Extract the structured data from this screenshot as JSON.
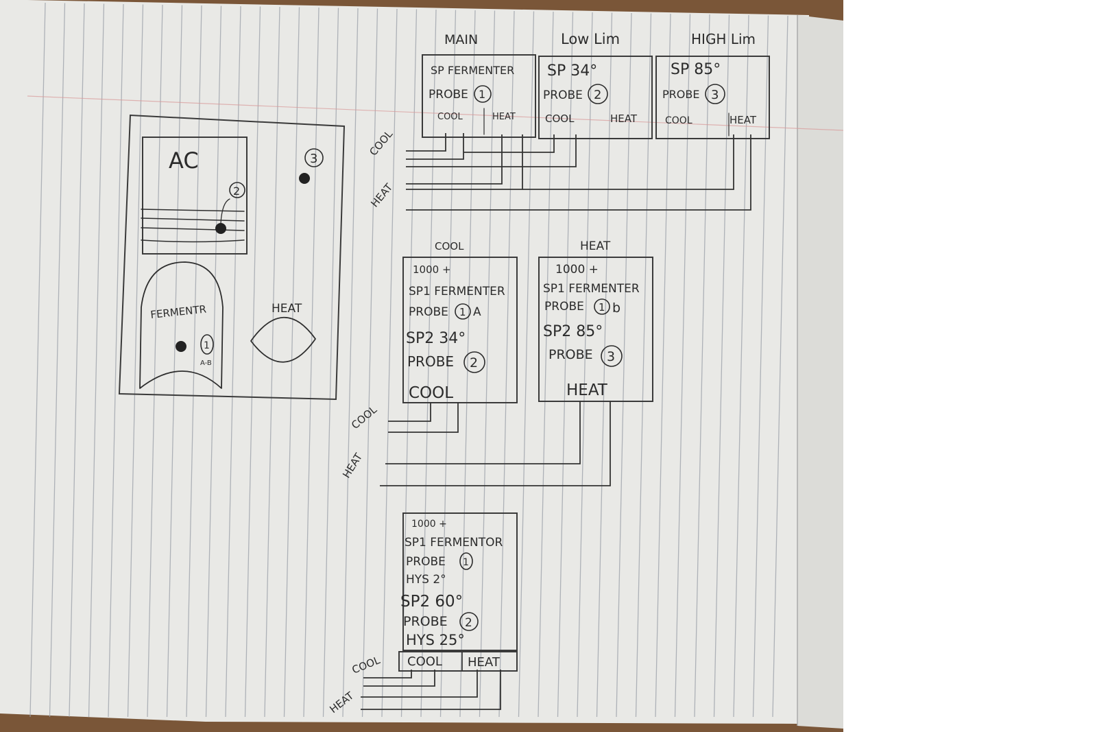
{
  "colors": {
    "desk": "#7a5638",
    "paper": "#e9e9e6",
    "rule_line": "#9a9fa8",
    "margin_line": "#d99a9a",
    "ink": "#2e2e2e",
    "background": "#ffffff"
  },
  "top_controllers": {
    "main": {
      "title": "MAIN",
      "line1": "SP FERMENTER",
      "probe_label": "PROBE",
      "probe_num": "1",
      "cool": "COOL",
      "heat": "HEAT"
    },
    "low_lim": {
      "title": "Low Lim",
      "line1": "SP 34°",
      "probe_label": "PROBE",
      "probe_num": "2",
      "cool": "COOL",
      "heat": "HEAT"
    },
    "high_lim": {
      "title": "HIGH Lim",
      "line1": "SP 85°",
      "probe_label": "PROBE",
      "probe_num": "3",
      "cool": "COOL",
      "heat": "HEAT"
    }
  },
  "top_wires": {
    "cool": "COOL",
    "heat": "HEAT"
  },
  "chamber": {
    "ac_label": "AC",
    "probe2": "2",
    "probe3": "3",
    "fermentor_label": "FERMENTR",
    "probe1": "1",
    "probe1_sub": "A-B",
    "heat_label": "HEAT"
  },
  "mid_controllers": {
    "cool": {
      "title": "COOL",
      "model": "1000 +",
      "sp1": "SP1 FERMENTER",
      "probe1_label": "PROBE",
      "probe1_num": "1",
      "probe1_suffix": "A",
      "sp2": "SP2 34°",
      "probe2_label": "PROBE",
      "probe2_num": "2",
      "output": "COOL"
    },
    "heat": {
      "title": "HEAT",
      "model": "1000 +",
      "sp1": "SP1 FERMENTER",
      "probe1_label": "PROBE",
      "probe1_num": "1",
      "probe1_suffix": "b",
      "sp2": "SP2 85°",
      "probe2_label": "PROBE",
      "probe2_num": "3",
      "output": "HEAT"
    }
  },
  "mid_wires": {
    "cool": "COOL",
    "heat": "HEAT"
  },
  "bottom_controller": {
    "model": "1000 +",
    "sp1": "SP1 FERMENTOR",
    "probe1_label": "PROBE",
    "probe1_num": "1",
    "hys1": "HYS 2°",
    "sp2": "SP2 60°",
    "probe2_label": "PROBE",
    "probe2_num": "2",
    "hys2": "HYS 25°",
    "cool": "COOL",
    "heat": "HEAT"
  },
  "bottom_wires": {
    "cool": "COOL",
    "heat": "HEAT"
  }
}
